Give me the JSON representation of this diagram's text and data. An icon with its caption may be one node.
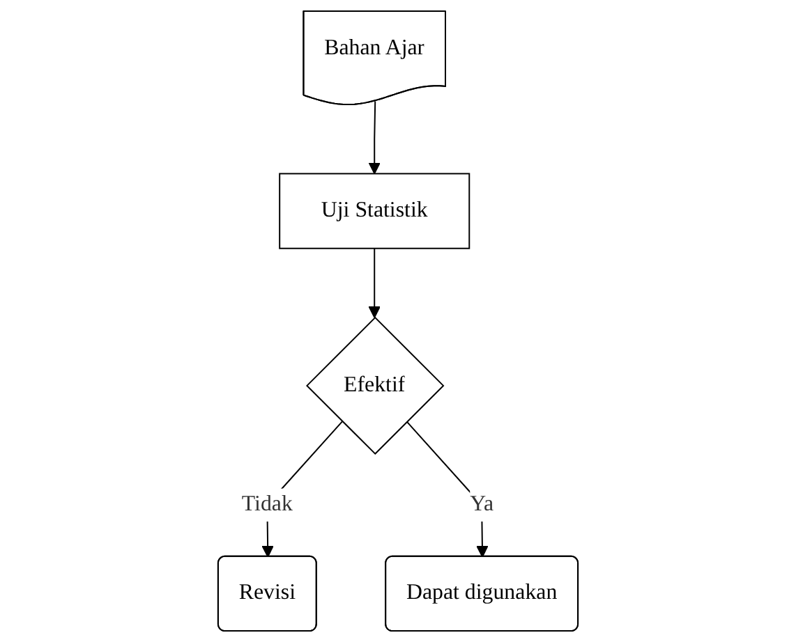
{
  "diagram": {
    "nodes": [
      {
        "text": [
          "Bahan Ajar"
        ]
      },
      {
        "text": [
          "Uji Statistik"
        ]
      },
      {
        "text": [
          "Efektif"
        ]
      },
      {
        "text": [
          "Revisi"
        ]
      },
      {
        "text": [
          "Dapat digunakan"
        ]
      }
    ],
    "edges": [
      {
        "from": 0,
        "to": 1,
        "arrow": "to"
      },
      {
        "from": 1,
        "to": 2,
        "arrow": "to"
      },
      {
        "from": 2,
        "to": 3,
        "label": "Tidak",
        "arrow": "to"
      },
      {
        "from": 2,
        "to": 4,
        "label": "Ya",
        "arrow": "to"
      }
    ]
  }
}
